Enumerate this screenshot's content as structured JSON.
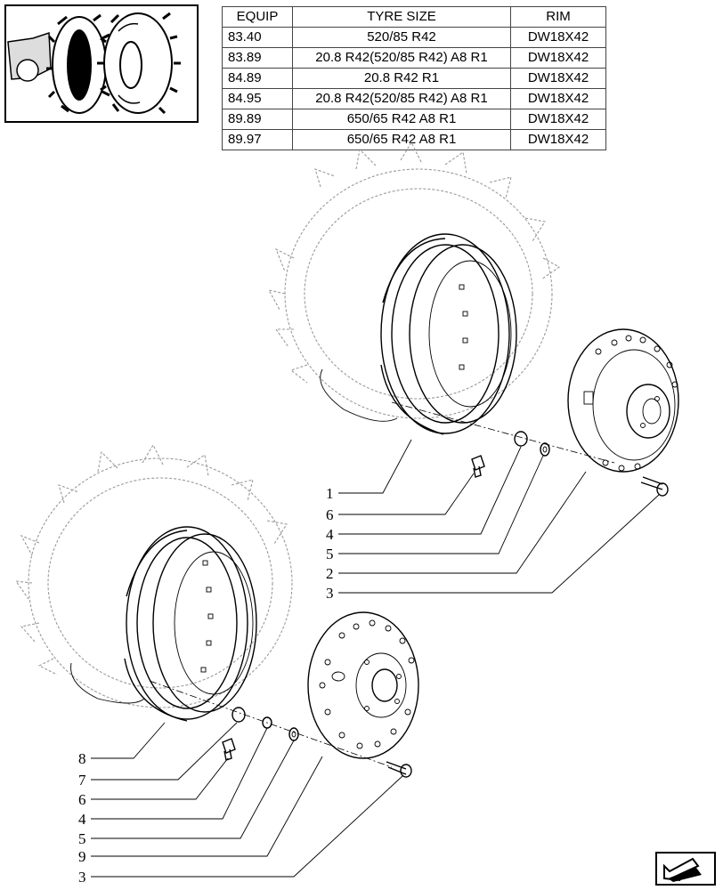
{
  "table": {
    "headers": [
      "EQUIP",
      "TYRE SIZE",
      "RIM"
    ],
    "rows": [
      [
        "83.40",
        "520/85 R42",
        "DW18X42"
      ],
      [
        "83.89",
        "20.8 R42(520/85 R42) A8 R1",
        "DW18X42"
      ],
      [
        "84.89",
        "20.8 R42 R1",
        "DW18X42"
      ],
      [
        "84.95",
        "20.8 R42(520/85 R42) A8 R1",
        "DW18X42"
      ],
      [
        "89.89",
        "650/65 R42 A8 R1",
        "DW18X42"
      ],
      [
        "89.97",
        "650/65 R42 A8 R1",
        "DW18X42"
      ]
    ]
  },
  "callouts_upper": [
    "1",
    "6",
    "4",
    "5",
    "2",
    "3"
  ],
  "callouts_lower": [
    "8",
    "7",
    "6",
    "4",
    "5",
    "9",
    "3"
  ],
  "icons": {
    "thumbnail": "tractor-rear-wheel-thumbnail",
    "navigation": "next-page-arrow-icon"
  }
}
